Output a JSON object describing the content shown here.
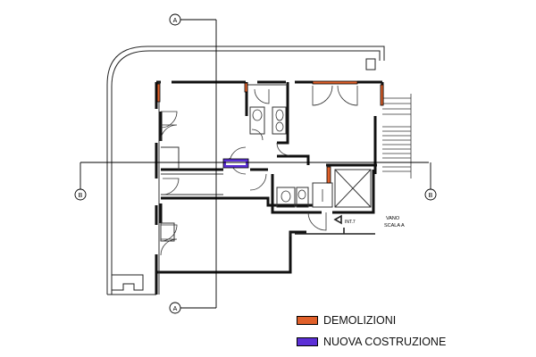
{
  "section_markers": {
    "a_label": "A",
    "b_label": "B"
  },
  "annotations": {
    "unit_tag": "INT.7",
    "stair_line1": "VANO",
    "stair_line2": "SCALA A"
  },
  "legend": {
    "items": [
      {
        "label": "DEMOLIZIONI",
        "color": "#e0602a"
      },
      {
        "label": "NUOVA COSTRUZIONE",
        "color": "#5b2fd6"
      }
    ]
  },
  "colors": {
    "demolition": "#e0602a",
    "new_construction": "#5b2fd6",
    "wall": "#111111"
  }
}
